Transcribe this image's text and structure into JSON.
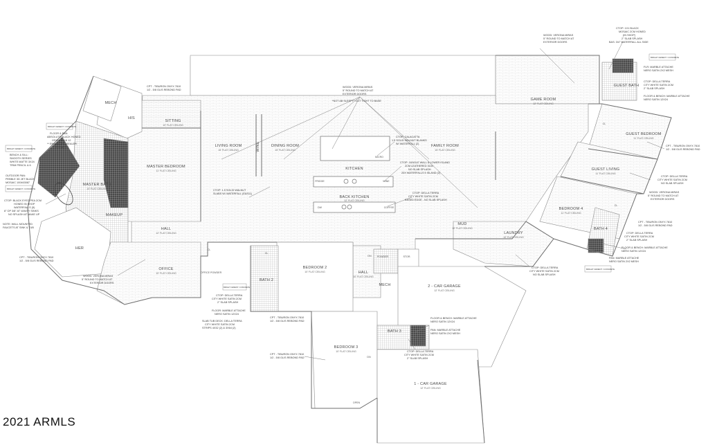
{
  "watermark": "2021 ARMLS",
  "rooms": {
    "mech_top": "MECH",
    "his": "HIS",
    "sitting": "SITTING",
    "sitting_sub": "10' FLAT CEILING",
    "master_bedroom": "MASTER BEDROOM",
    "master_bedroom_sub": "11' FLAT CEILING",
    "master_bath": "MASTER BATH",
    "master_bath_sub": "10' FLAT CEILING",
    "makeup": "MAKEUP",
    "her": "HER",
    "living_room": "LIVING ROOM",
    "living_room_sub": "15' FLAT CEILING",
    "wine": "WINE",
    "dining_room": "DINING ROOM",
    "dining_room_sub": "15' FLAT CEILING",
    "kitchen": "KITCHEN",
    "micro": "MICRO",
    "fridge": "FRIDGE",
    "wine_fix": "WINE",
    "back_kitchen": "BACK KITCHEN",
    "back_kitchen_sub": "12' FLAT CEILING",
    "dw": "DW",
    "coffee": "COFFEE",
    "family_room": "FAMILY ROOM",
    "family_room_sub": "15' FLAT CEILING",
    "game_room": "GAME ROOM",
    "game_room_sub": "12' FLAT CEILING",
    "guest_bath": "GUEST BATH",
    "guest_bedroom": "GUEST BEDROOM",
    "guest_bedroom_sub": "11' FLAT CEILING",
    "guest_living": "GUEST LIVING",
    "guest_living_sub": "11' FLAT CEILING",
    "bedroom4": "BEDROOM 4",
    "bedroom4_sub": "11' FLAT CEILING",
    "bath4": "BATH 4",
    "hall_left": "HALL",
    "hall_left_sub": "12' FLAT CEILING",
    "office": "OFFICE",
    "office_sub": "10' FLAT CEILING",
    "office_powder": "OFFICE POWDER",
    "bath2": "BATH 2",
    "bedroom2": "BEDROOM 2",
    "bedroom2_sub": "10' FLAT CEILING",
    "powder": "POWDER",
    "stor": "STOR.",
    "hall_mid": "HALL",
    "hall_mid_sub": "10' FLAT CEILING",
    "mud": "MUD",
    "mud_sub": "10' FLAT CEILING",
    "laundry": "LAUNDRY",
    "laundry_sub": "10' FLAT CEILING",
    "mech_mid": "MECH",
    "garage2": "2 - CAR GARAGE",
    "garage2_sub": "12' FLAT CEILING",
    "bath3": "BATH 3",
    "bedroom3": "BEDROOM 3",
    "bedroom3_sub": "10' FLAT CEILING",
    "garage1": "1 - CAR GARAGE",
    "garage1_sub": "12' FLAT CEILING",
    "cl": "CL",
    "dn": "DN",
    "open": "OPEN"
  },
  "notes": {
    "n_tiburon_pad_l1": "CPT - TIBURON ONYX 7810",
    "n_tiburon_pad_l2": "1/2 - 5/8 GLIS REBOND PAD",
    "n_verona_top_l1": "WOOD: VERONA MIRAS",
    "n_verona_top_l2": "5\" ROUND TO MATCH AT",
    "n_verona_top_l3": "EXTERIOR DOORS",
    "n_verona_top_l4": "*NOT AB SLEEPT* CUT TIGHT TO BASE",
    "n_verona_tr_l1": "WOOD: VERONA MIRAS",
    "n_verona_tr_l2": "5\" ROUND TO MATCH AT",
    "n_verona_tr_l3": "EXTERIOR DOORS",
    "n_ctop_black_l1": "CTOP: 1X1 BLACK",
    "n_ctop_black_l2": "MOSAIC 2CM HONED",
    "n_ctop_black_l3": "(IN SHOP)",
    "n_ctop_black_l4": "2\" SLAB SPLASH",
    "n_ctop_black_l5": "BAS: 3/4\" WATERFALL ALL SIDE",
    "n_floor_marble_l1": "FLR: MARBLE ATTACHE",
    "n_floor_marble_l2": "NERO SATIN 2X2 MESH",
    "n_ctop_della_gb_l1": "CTOP: DELLA TERRA",
    "n_ctop_della_gb_l2": "CITY WHITE SATIN 2CM",
    "n_ctop_della_gb_l3": "2\" SLAB SPLASH",
    "n_floor_bench_gb_l1": "FLOOR & BENCH: MARBLE ATTACHE",
    "n_floor_bench_gb_l2": "NERO SATIN 12X24",
    "n_floor_master_l1": "FLOOR & PAN:",
    "n_floor_master_l2": "ABSOLUTE BLACK HONED",
    "n_floor_master_l3": "GRANITE 18 12",
    "n_floor_master_l4": "** ENHANCING SEALER",
    "n_floor_master_l5": "2 COATS**",
    "n_bench_l1": "BENCH & SILL:",
    "n_bench_l2": "SMOOTH SERIES",
    "n_bench_l3": "WHITE MATTE 3X24",
    "n_bench_l4": "TRIM PENCIL & 6",
    "n_pan_l1": "OUTDOOR PAN:",
    "n_pan_l2": "PEBBLE 3D JET BLACK",
    "n_pan_l3": "MOSAIC 100463087",
    "n_ctop_eyed_l1": "CTOP: BLACK EYED PEA 2CM",
    "n_ctop_eyed_l2": "HONED IN SHOP",
    "n_ctop_eyed_l3": "WATERFALLS (5)",
    "n_ctop_eyed_l4": "8\" OP 3/8\" AT VANITY SINKS",
    "n_ctop_eyed_l5": "NO SPLASH AT MAKE UP",
    "n_wall_mount_l1": "NOTE: WALL MOUNTED",
    "n_wall_mount_l2": "FAUCETS AT SINK & TUB",
    "n_tiburon_her_l1": "CPT - TIBURON ONYX 7810",
    "n_tiburon_her_l2": "1/2 - 5/8 GLIS REBOND PAD",
    "n_verona_office_l1": "WOOD: VERONA MIRAS",
    "n_verona_office_l2": "5\" ROUND TO MATCH AT",
    "n_verona_office_l3": "EXTERIOR DOORS",
    "n_ctop_solid_l1": "CTOP: 1.5 SOLID WALNUT",
    "n_ctop_solid_l2": "SLABS W/ WATERFALL (E&S11)",
    "n_ctop_calacatta_l1": "CTOP: CALACATTA",
    "n_ctop_calacatta_l2": "1.5 SOLID WALNUT BLANKS",
    "n_ctop_calacatta_l3": "W/ WATERFALL (2)",
    "n_ctop_jungle_l1": "CTOP: JUNGLE WALL & LOWER ISLAND",
    "n_ctop_jungle_l2": "2CM LEATHERED 3CM",
    "n_ctop_jungle_l3": "NO SLAB SPLASH",
    "n_ctop_jungle_l4": "20X WATERFALLS 5 ISLAND (2)",
    "n_ctop_della_bk_l1": "CTOP: DELLA TERRA",
    "n_ctop_della_bk_l2": "CITY WHITE SATIN 2CM",
    "n_ctop_della_bk_l3": "EASED EDGE - NO SLAB SPLASH",
    "n_ctop_della_gl_l1": "CTOP: DELLA TERRA",
    "n_ctop_della_gl_l2": "CITY WHITE SATIN 2CM",
    "n_ctop_della_gl_l3": "NO SLAB SPLASH",
    "n_tiburon_gbr_l1": "CPT - TIBURON ONYX 7810",
    "n_tiburon_gbr_l2": "1/2 - 5/8 GLIS REBOND PAD",
    "n_verona_guest_l1": "WOOD: VERONA MIRAS",
    "n_verona_guest_l2": "5\" ROUND TO MATCH AT",
    "n_verona_guest_l3": "EXTERIOR DOORS",
    "n_tiburon_b4_l1": "CPT - TIBURON ONYX 7810",
    "n_tiburon_b4_l2": "1/2 - 5/8 GLIS REBOND PAD",
    "n_ctop_della_b4_l1": "CTOP: DELLA TERRA",
    "n_ctop_della_b4_l2": "CITY WHITE SATIN 2CM",
    "n_ctop_della_b4_l3": "2\" SLAB SPLASH",
    "n_floor_bench_b4_l1": "FLOOR & BENCH: MARBLE ATTACHE",
    "n_floor_bench_b4_l2": "NERO SATIN 12X24",
    "n_pan_b4_l1": "PAN: MARBLE ATTACHE",
    "n_pan_b4_l2": "NERO SATIN 2X2 MESH",
    "n_ctop_della_laundry_l1": "CTOP: DELLA TERRA",
    "n_ctop_della_laundry_l2": "CITY WHITE SATIN 2CM",
    "n_ctop_della_laundry_l3": "NO SLAB SPLASH",
    "n_floor_bench_b3_l1": "FLOOR & BENCH: MARBLE ATTACHE",
    "n_floor_bench_b3_l2": "NERO SATIN 12X24",
    "n_pan_b3_l1": "PAN: MARBLE ATTACHE",
    "n_pan_b3_l2": "NERO SATIN 2X2 MESH",
    "n_ctop_della_b3_l1": "CTOP: DELLA TERRA",
    "n_ctop_della_b3_l2": "CITY WHITE SATIN 2CM",
    "n_ctop_della_b3_l3": "2\" SLAB SPLASH",
    "n_tiburon_b3_l1": "CPT - TIBURON ONYX 7810",
    "n_tiburon_b3_l2": "1/2 - 5/8 GLIS REBOND PAD",
    "n_tiburon_b2_l1": "CPT - TIBURON ONYX 7810",
    "n_tiburon_b2_l2": "1/2 - 5/8 GLIS REBOND PAD",
    "n_ctop_della_b2_l1": "CTOP: DELLA TERRA",
    "n_ctop_della_b2_l2": "CITY WHITE SATIN 2CM",
    "n_ctop_della_b2_l3": "2\" SLAB SPLASH",
    "n_floor_b2_l1": "FLOOR: MARBLE ATTACHE",
    "n_floor_b2_l2": "NERO SATIN 12X24",
    "n_slab_tub_l1": "SLAB TUB DECK: DELLA TERRA",
    "n_slab_tub_l2": "CITY WHITE SATIN 2CM",
    "n_slab_tub_l3": "STRIPS 4X32 (2) & 3X64 (2)",
    "n_box_1": "BRIGHT CEMENT / CONCRETE",
    "n_box_2": "BRIGHT CEMENT / CONCRETE",
    "n_box_3": "BRIGHT CEMENT / CONCRETE",
    "n_box_4": "BRIGHT CEMENT / CONCRETE",
    "n_box_5": "BRIGHT CEMENT / CONCRETE",
    "n_box_6": "BRIGHT CEMENT / CONCRETE"
  },
  "colors": {
    "line": "#8a8a8a",
    "wall": "#6e6e6e",
    "hatch": "#d2d2d2",
    "dark_tile": "#3a3a3a",
    "background": "#ffffff"
  }
}
